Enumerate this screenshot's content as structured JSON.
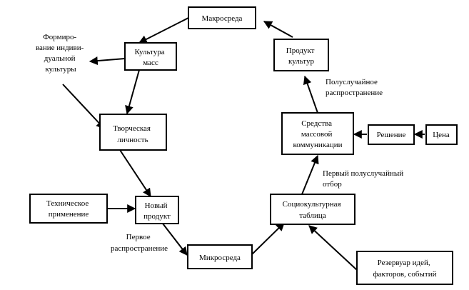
{
  "nodes": {
    "macro": [
      "Макросреда"
    ],
    "mass_culture": [
      "Культура",
      "масс"
    ],
    "product_culture": [
      "Продукт",
      "культур"
    ],
    "creative_person": [
      "Творческая",
      "личность"
    ],
    "mass_media": [
      "Средства",
      "массовой",
      "коммуникации"
    ],
    "decision": [
      "Решение"
    ],
    "price": [
      "Цена"
    ],
    "technical": [
      "Техническое",
      "применение"
    ],
    "new_product": [
      "Новый",
      "продукт"
    ],
    "socio_table": [
      "Социокультурная",
      "таблица"
    ],
    "micro": [
      "Микросреда"
    ],
    "reservoir": [
      "Резервуар идей,",
      "факторов, событий"
    ]
  },
  "notes": {
    "individual_culture": [
      "Формиро-",
      "вание индиви-",
      "дуальной",
      "культуры"
    ],
    "semi_random": [
      "Полуслучайное",
      "распространение"
    ],
    "first_semi_random": [
      "Первый полуслучайный",
      "отбор"
    ],
    "first_spread": [
      "Первое",
      "распространение"
    ]
  }
}
